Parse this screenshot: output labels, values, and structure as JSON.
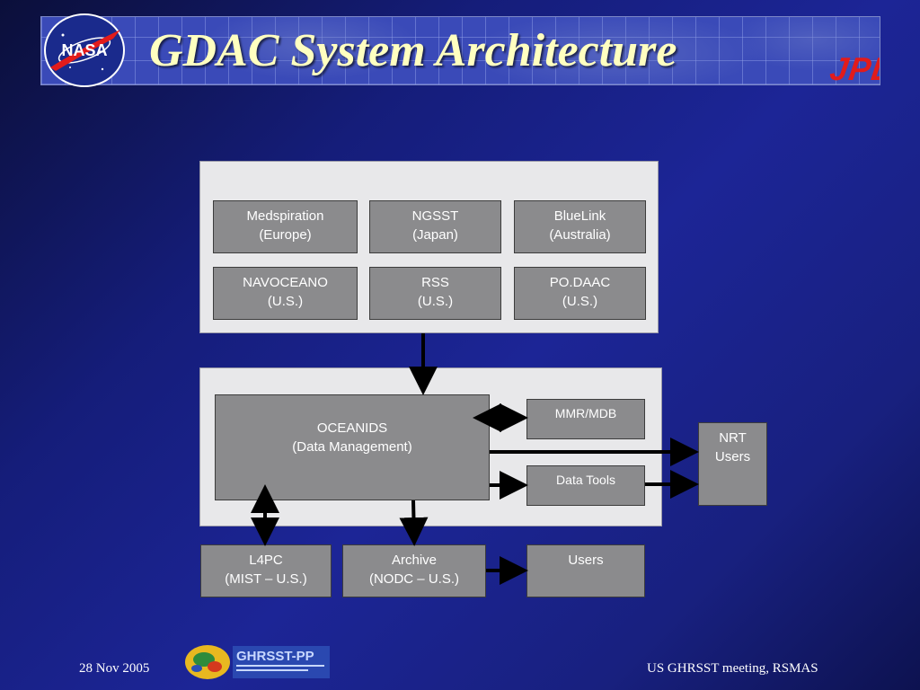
{
  "slide": {
    "title": "GDAC System Architecture",
    "logos": {
      "left": "NASA",
      "right": "JPL"
    }
  },
  "diagram": {
    "sources": [
      {
        "id": "medspiration",
        "line1": "Medspiration",
        "line2": "(Europe)"
      },
      {
        "id": "ngsst",
        "line1": "NGSST",
        "line2": "(Japan)"
      },
      {
        "id": "bluelink",
        "line1": "BlueLink",
        "line2": "(Australia)"
      },
      {
        "id": "navoceano",
        "line1": "NAVOCEANO",
        "line2": "(U.S.)"
      },
      {
        "id": "rss",
        "line1": "RSS",
        "line2": "(U.S.)"
      },
      {
        "id": "podaac",
        "line1": "PO.DAAC",
        "line2": "(U.S.)"
      }
    ],
    "oceanids": {
      "line1": "OCEANIDS",
      "line2": "(Data Management)"
    },
    "mmr": {
      "line1": "MMR/MDB"
    },
    "data_tools": {
      "line1": "Data Tools"
    },
    "nrt_users": {
      "line1": "NRT",
      "line2": "Users"
    },
    "l4pc": {
      "line1": "L4PC",
      "line2": "(MIST – U.S.)"
    },
    "archive": {
      "line1": "Archive",
      "line2": "(NODC – U.S.)"
    },
    "users": {
      "line1": "Users"
    }
  },
  "footer": {
    "date": "28 Nov 2005",
    "event": "US GHRSST meeting, RSMAS",
    "project_logo": "GHRSST-PP"
  },
  "colors": {
    "title": "#ffffc0",
    "box_fill": "#8b8b8d",
    "panel_fill": "#e8e8ea",
    "jpl_red": "#e21b1b"
  }
}
